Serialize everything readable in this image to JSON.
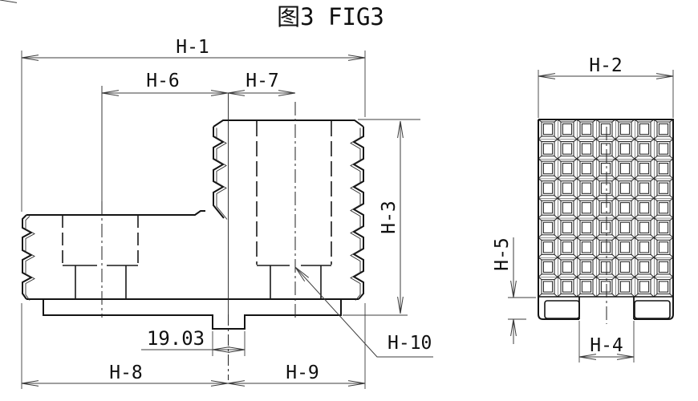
{
  "figure_title": "图3 FIG3",
  "left_view": {
    "dims": {
      "h1": "H-1",
      "h6": "H-6",
      "h7": "H-7",
      "h3": "H-3",
      "h8": "H-8",
      "h9": "H-9",
      "h10": "H-10",
      "bottom_tab_width": "19.03"
    }
  },
  "right_view": {
    "dims": {
      "h2": "H-2",
      "h5": "H-5",
      "h4": "H-4"
    }
  },
  "colors": {
    "background": "#ffffff",
    "outline": "#141414",
    "dimension_lines": "#3d3d3d",
    "text": "#101010"
  }
}
